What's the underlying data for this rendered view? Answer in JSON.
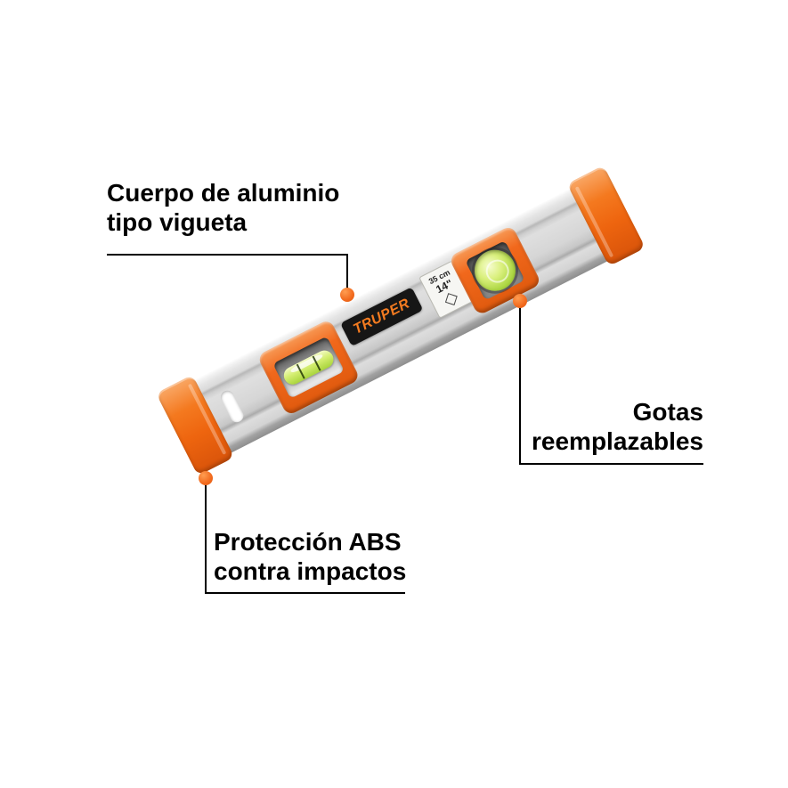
{
  "page": {
    "background": "#ffffff"
  },
  "colors": {
    "accent_orange": "#f26a1e",
    "callout_line": "#000000",
    "aluminum": "#d6d6d6",
    "vial_green": "#cdea66",
    "brand_bg": "#161616"
  },
  "callouts": {
    "body": {
      "line1": "Cuerpo de aluminio",
      "line2": "tipo vigueta"
    },
    "vials": {
      "line1": "Gotas",
      "line2": "reemplazables"
    },
    "protection": {
      "line1": "Protección ABS",
      "line2": "contra impactos"
    }
  },
  "product": {
    "brand": "TRUPER",
    "size_cm": "35 cm",
    "size_in": "14\""
  }
}
